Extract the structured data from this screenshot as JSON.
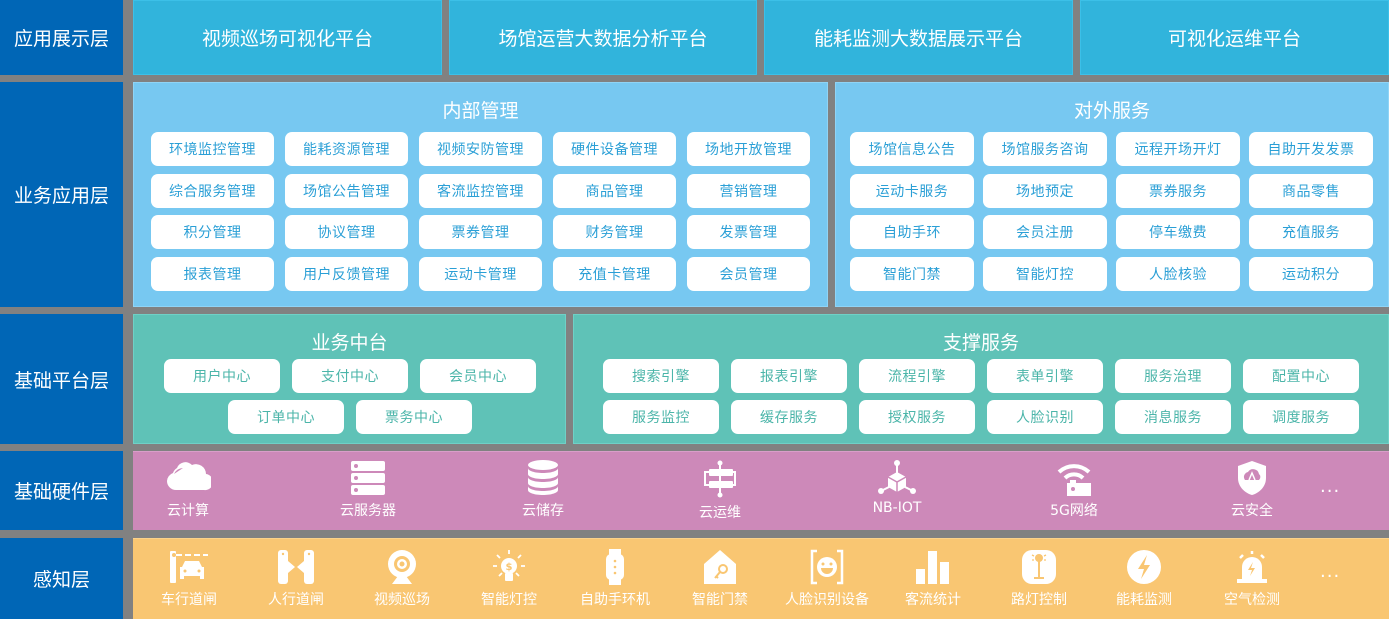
{
  "layers": {
    "app": "应用展示层",
    "business": "业务应用层",
    "platform": "基础平台层",
    "hardware": "基础硬件层",
    "sensing": "感知层"
  },
  "app_platforms": [
    "视频巡场可视化平台",
    "场馆运营大数据分析平台",
    "能耗监测大数据展示平台",
    "可视化运维平台"
  ],
  "internal_mgmt": {
    "title": "内部管理",
    "items": [
      "环境监控管理",
      "能耗资源管理",
      "视频安防管理",
      "硬件设备管理",
      "场地开放管理",
      "综合服务管理",
      "场馆公告管理",
      "客流监控管理",
      "商品管理",
      "营销管理",
      "积分管理",
      "协议管理",
      "票券管理",
      "财务管理",
      "发票管理",
      "报表管理",
      "用户反馈管理",
      "运动卡管理",
      "充值卡管理",
      "会员管理"
    ]
  },
  "external_services": {
    "title": "对外服务",
    "items": [
      "场馆信息公告",
      "场馆服务咨询",
      "远程开场开灯",
      "自助开发发票",
      "运动卡服务",
      "场地预定",
      "票券服务",
      "商品零售",
      "自助手环",
      "会员注册",
      "停车缴费",
      "充值服务",
      "智能门禁",
      "智能灯控",
      "人脸核验",
      "运动积分"
    ]
  },
  "business_middle": {
    "title": "业务中台",
    "items": [
      "用户中心",
      "支付中心",
      "会员中心",
      "订单中心",
      "票务中心"
    ]
  },
  "support_services": {
    "title": "支撑服务",
    "items": [
      "搜索引擎",
      "报表引擎",
      "流程引擎",
      "表单引擎",
      "服务治理",
      "配置中心",
      "服务监控",
      "缓存服务",
      "授权服务",
      "人脸识别",
      "消息服务",
      "调度服务"
    ]
  },
  "hardware": {
    "items": [
      {
        "label": "云计算",
        "icon": "cloud-icon"
      },
      {
        "label": "云服务器",
        "icon": "server-icon"
      },
      {
        "label": "云储存",
        "icon": "database-icon"
      },
      {
        "label": "云运维",
        "icon": "ops-icon"
      },
      {
        "label": "NB-IOT",
        "icon": "iot-icon"
      },
      {
        "label": "5G网络",
        "icon": "wifi-icon"
      },
      {
        "label": "云安全",
        "icon": "shield-icon"
      }
    ],
    "more": "..."
  },
  "sensing": {
    "items": [
      {
        "label": "车行道闸",
        "icon": "car-gate-icon"
      },
      {
        "label": "人行道闸",
        "icon": "pedestrian-gate-icon"
      },
      {
        "label": "视频巡场",
        "icon": "camera-icon"
      },
      {
        "label": "智能灯控",
        "icon": "bulb-icon"
      },
      {
        "label": "自助手环机",
        "icon": "wristband-icon"
      },
      {
        "label": "智能门禁",
        "icon": "door-key-icon"
      },
      {
        "label": "人脸识别设备",
        "icon": "face-scan-icon"
      },
      {
        "label": "客流统计",
        "icon": "bar-stats-icon"
      },
      {
        "label": "路灯控制",
        "icon": "street-lamp-icon"
      },
      {
        "label": "能耗监测",
        "icon": "energy-icon"
      },
      {
        "label": "空气检测",
        "icon": "alarm-icon"
      }
    ],
    "more": "..."
  },
  "colors": {
    "label_bg": "#0066b6",
    "app_bg": "#31b4dc",
    "business_bg": "#77c8f1",
    "platform_bg": "#5fc2b7",
    "hardware_bg": "#cd89b9",
    "sensing_bg": "#f9c672",
    "gap": "#818181"
  }
}
